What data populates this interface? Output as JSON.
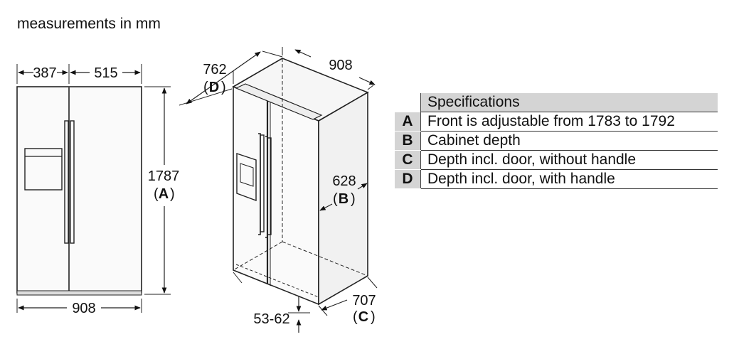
{
  "title": "measurements in mm",
  "front_view": {
    "dim_left": "387",
    "dim_right": "515",
    "height": "1787",
    "height_key": "A",
    "width": "908"
  },
  "perspective_view": {
    "depth_d": "762",
    "key_d": "D",
    "width": "908",
    "depth_b": "628",
    "key_b": "B",
    "depth_c": "707",
    "key_c": "C",
    "feet": "53-62"
  },
  "specifications": {
    "header": "Specifications",
    "rows": [
      {
        "key": "A",
        "text": "Front is adjustable from 1783 to 1792"
      },
      {
        "key": "B",
        "text": "Cabinet depth"
      },
      {
        "key": "C",
        "text": "Depth incl. door, without handle"
      },
      {
        "key": "D",
        "text": "Depth incl. door, with handle"
      }
    ]
  }
}
